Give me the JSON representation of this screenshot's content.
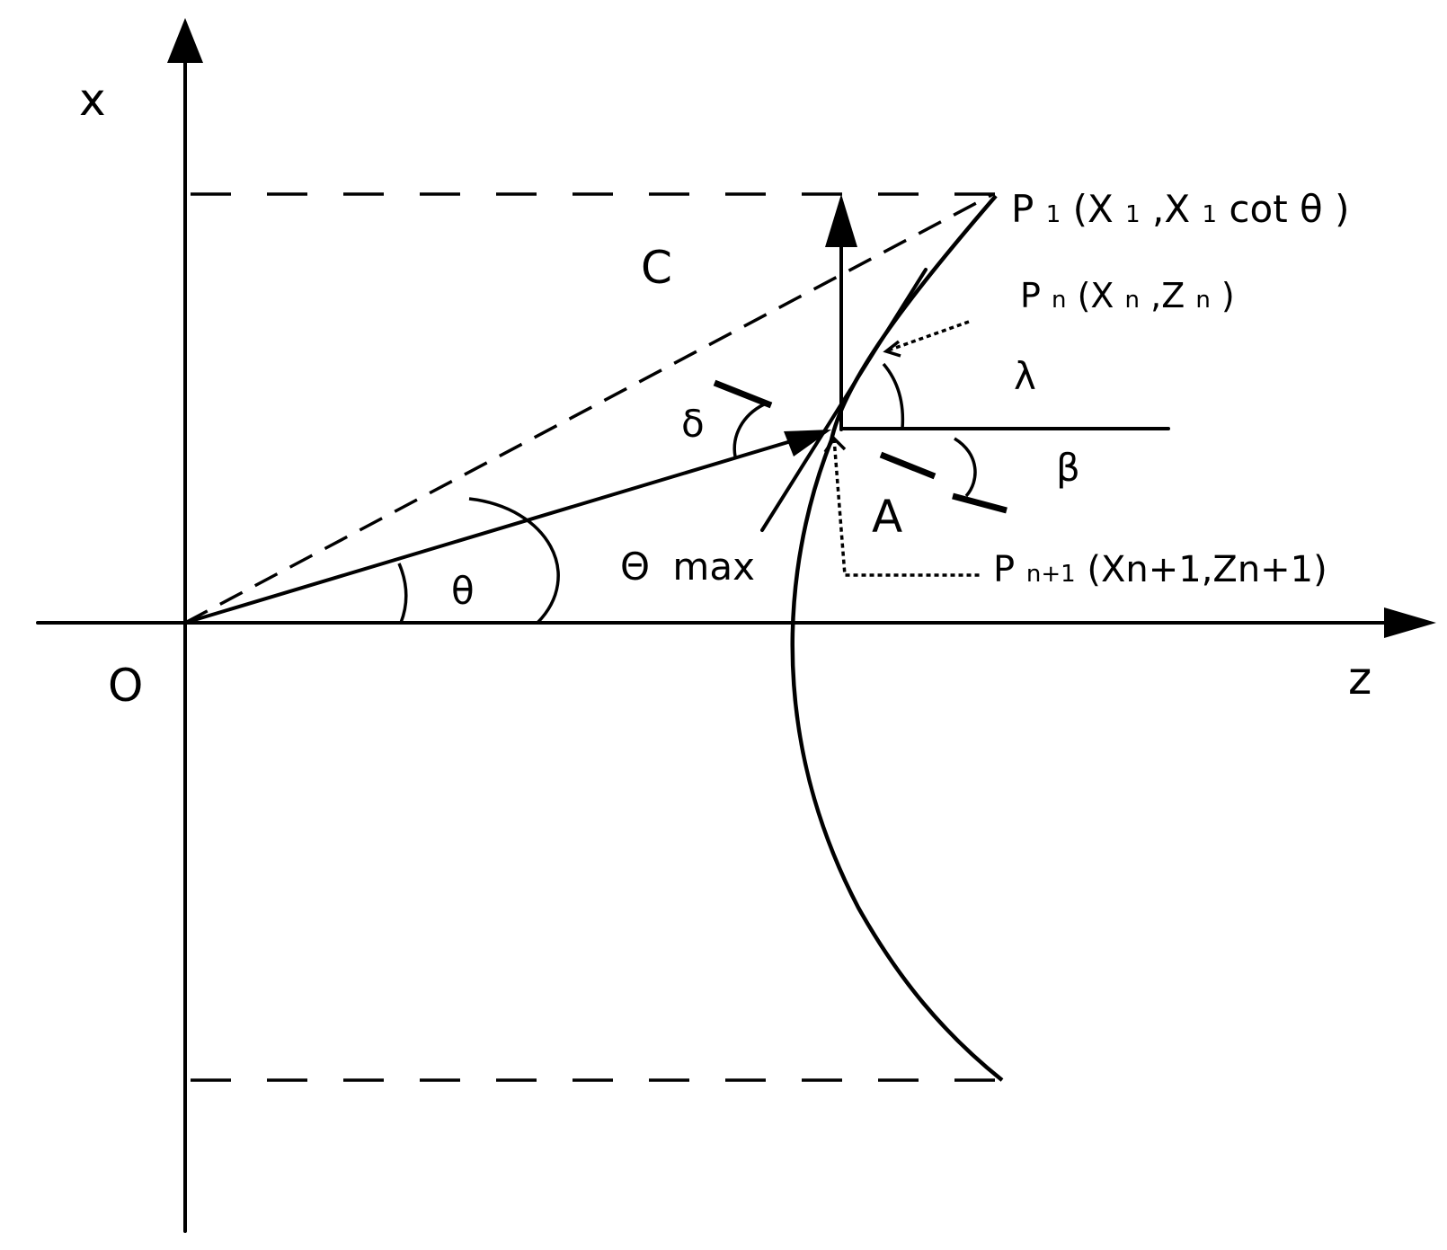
{
  "labels": {
    "x_axis": "x",
    "z_axis": "z",
    "origin": "O",
    "C": "C",
    "A": "A",
    "theta": "θ",
    "delta": "δ",
    "lambda": "λ",
    "beta": "β",
    "theta_max_symbol": "Θ",
    "theta_max_text": "max"
  },
  "points": {
    "p1": {
      "P": "P",
      "sub1": "1",
      "open": "(X",
      "sub2": "1",
      "mid": ",X",
      "sub3": "1",
      "tail": "cot θ  )"
    },
    "pn": {
      "P": "P",
      "sub1": "n",
      "open": "(X",
      "sub2": "n",
      "mid": ",Z",
      "sub3": "n",
      "tail": ")"
    },
    "pn1": {
      "P": "P",
      "sub1": "n+1",
      "tail": "(Xn+1,Zn+1)"
    }
  }
}
